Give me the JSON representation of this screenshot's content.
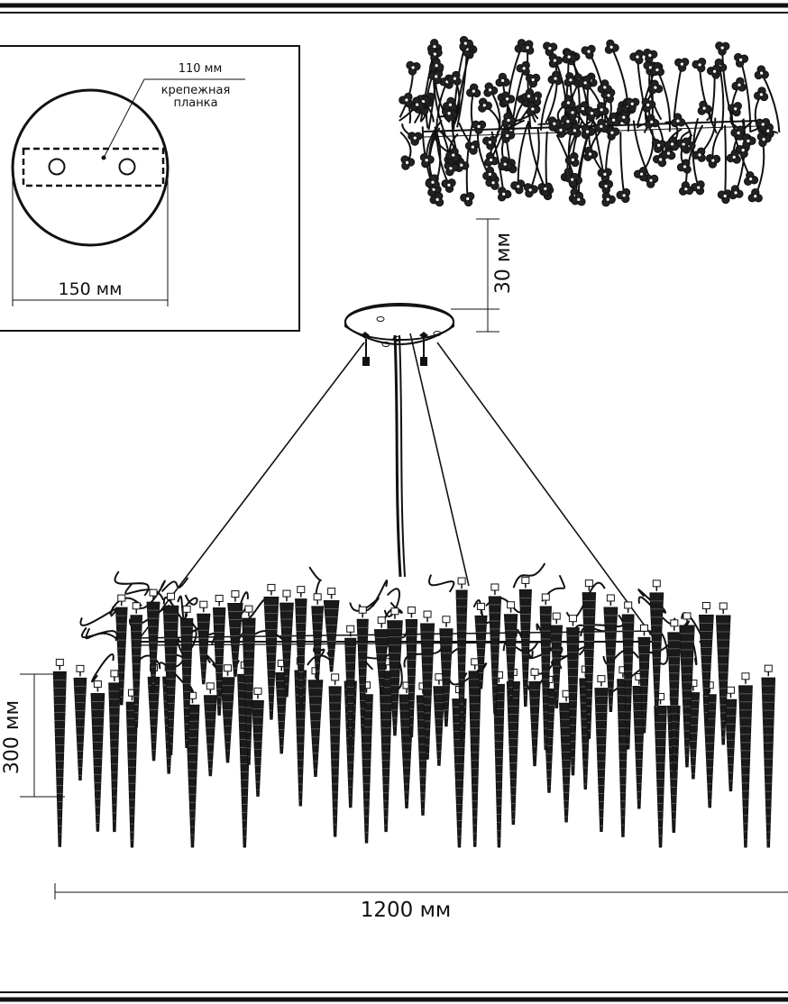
{
  "detail": {
    "hole_spacing_label": "110 мм",
    "plate_label_line1": "крепежная",
    "plate_label_line2": "планка",
    "diameter_label": "150 мм"
  },
  "dimensions": {
    "ceiling_drop_label": "30 мм",
    "body_height_label": "300 мм",
    "width_label": "1200 мм"
  },
  "colors": {
    "line": "#111111",
    "background": "#ffffff"
  }
}
